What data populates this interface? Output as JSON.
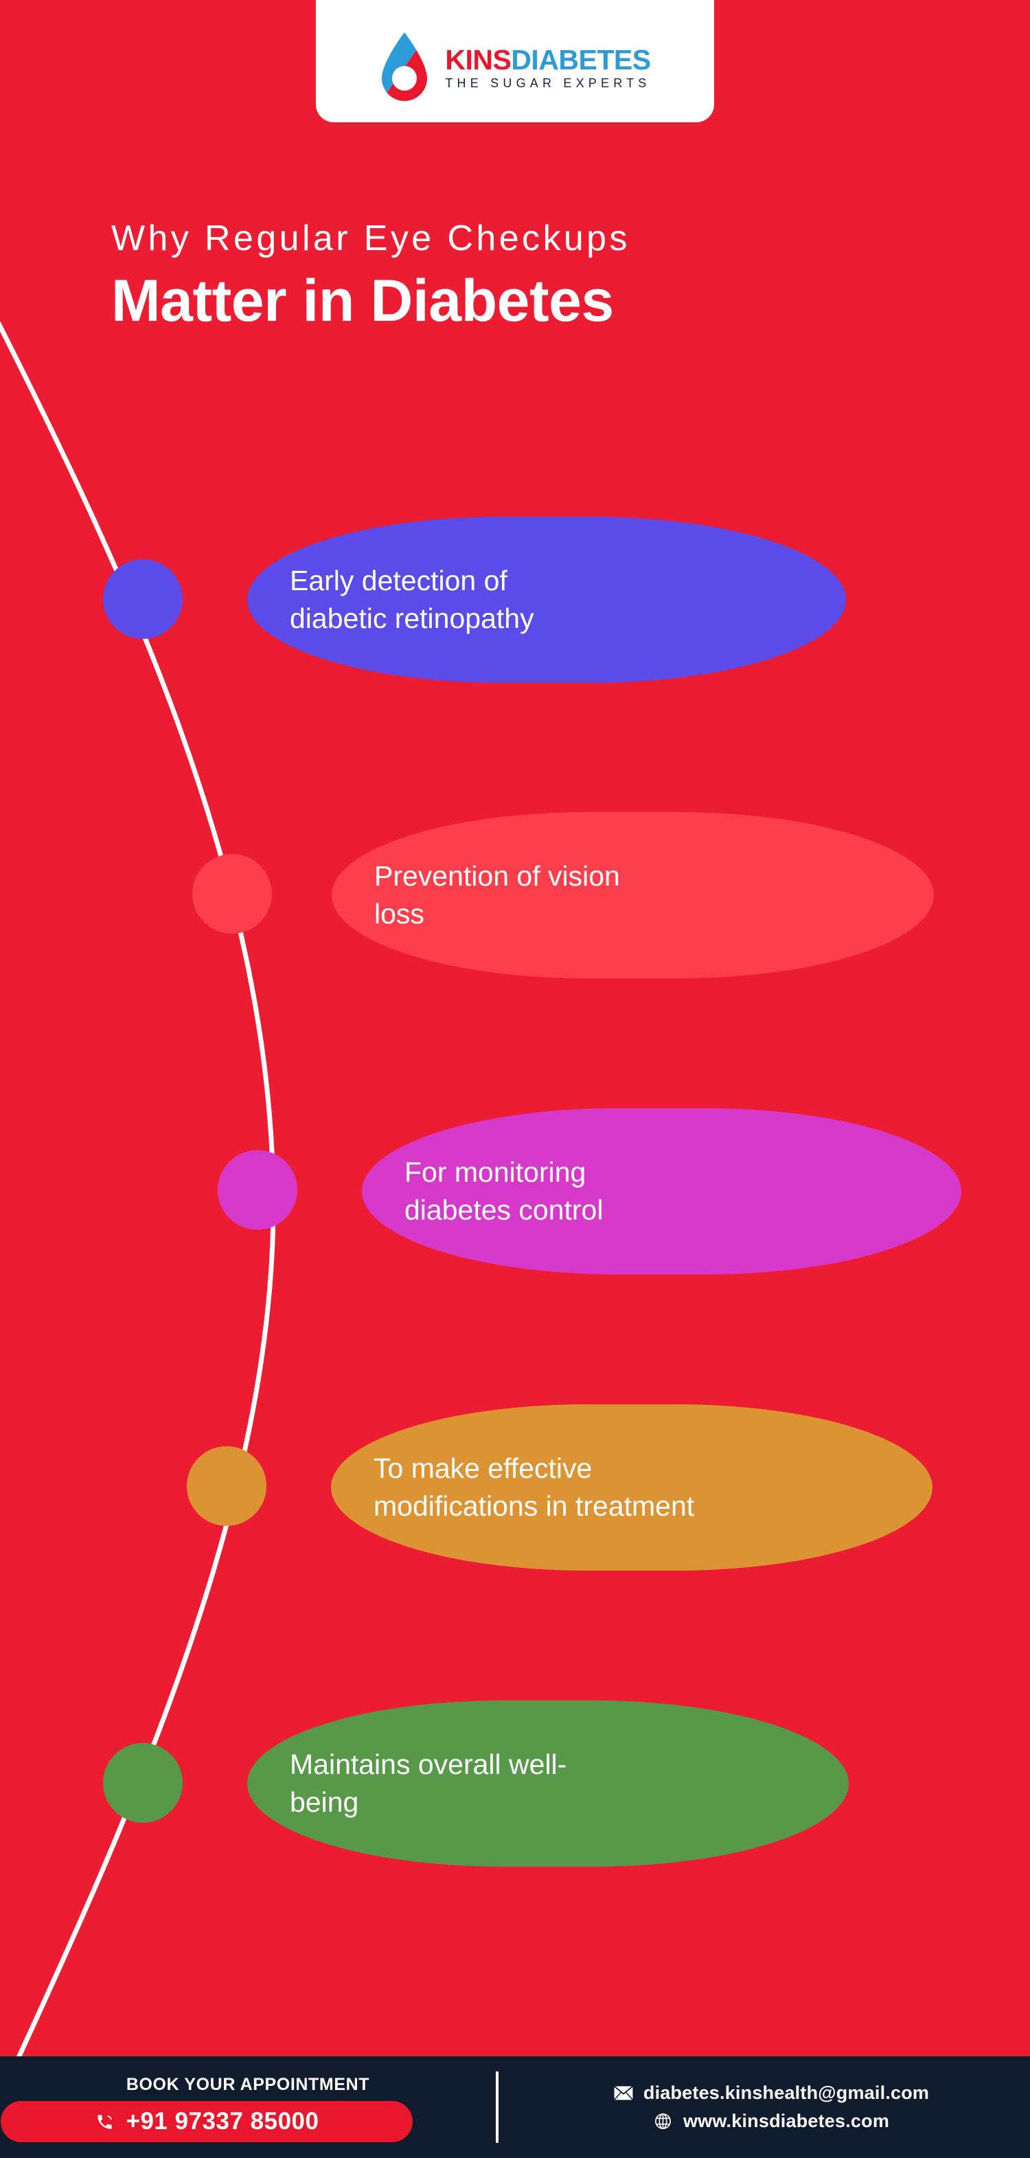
{
  "theme": {
    "background": "#EC1C33",
    "card_bg": "#FFFFFF",
    "footer_bg": "#111B2E",
    "accent_red": "#E8172E",
    "accent_blue": "#2B9CD8",
    "line_color": "#FFFFFF"
  },
  "logo": {
    "word1": "KINS",
    "word2": "DIABETES",
    "tagline": "THE SUGAR EXPERTS",
    "word1_color": "#E8172E",
    "word2_color": "#2B9CD8",
    "tagline_color": "#17233C",
    "drop_blue": "#2B9CD8",
    "drop_red": "#E8172E"
  },
  "headline": {
    "kicker": "Why Regular Eye Checkups",
    "title": "Matter in Diabetes"
  },
  "points": [
    {
      "line1": "Early detection of",
      "line2": "diabetic retinopathy",
      "color": "#5B4BE8",
      "dot_color": "#5B4BE8"
    },
    {
      "line1": "Prevention of vision",
      "line2": "loss",
      "color": "#FB3E4B",
      "dot_color": "#FB3E4B"
    },
    {
      "line1": "For monitoring",
      "line2": "diabetes control",
      "color": "#D639C9",
      "dot_color": "#D639C9"
    },
    {
      "line1": "To make effective",
      "line2": "modifications in treatment",
      "color": "#DB9333",
      "dot_color": "#DB9333"
    },
    {
      "line1": "Maintains overall well-",
      "line2": "being",
      "color": "#589949",
      "dot_color": "#589949"
    }
  ],
  "footer": {
    "book_title": "BOOK YOUR APPOINTMENT",
    "phone": "+91 97337 85000",
    "email": "diabetes.kinshealth@gmail.com",
    "website": "www.kinsdiabetes.com",
    "phone_icon": "phone-icon",
    "email_icon": "envelope-icon",
    "website_icon": "globe-icon"
  }
}
